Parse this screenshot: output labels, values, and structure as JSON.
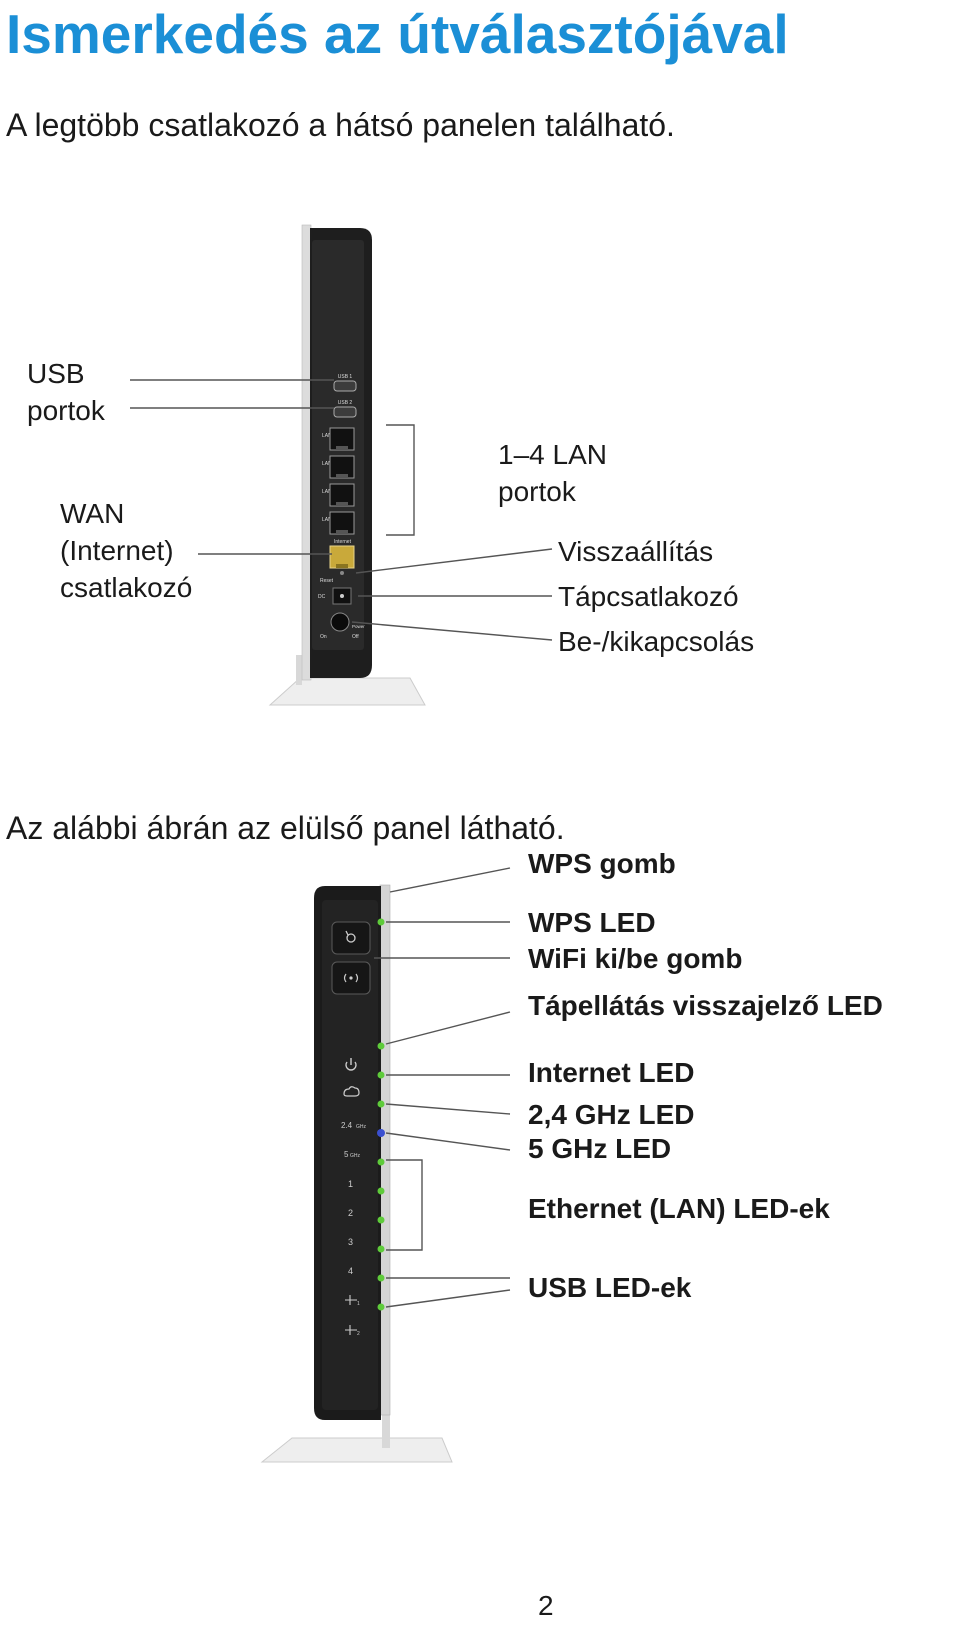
{
  "page": {
    "title": "Ismerkedés az útválasztójával",
    "intro": "A legtöbb csatlakozó a hátsó panelen található.",
    "front_intro": "Az alábbi ábrán az elülső panel látható.",
    "page_number": "2"
  },
  "back_panel": {
    "callouts": {
      "usb_line1": "USB",
      "usb_line2": "portok",
      "wan_line1": "WAN",
      "wan_line2": "(Internet)",
      "wan_line3": "csatlakozó",
      "lan_line1": "1–4 LAN",
      "lan_line2": "portok",
      "reset": "Visszaállítás",
      "power_connector": "Tápcsatlakozó",
      "power_switch": "Be-/kikapcsolás"
    },
    "device_labels": {
      "usb1": "USB 1",
      "usb2": "USB 2",
      "lan1": "LAN 1",
      "lan2": "LAN 2",
      "lan3": "LAN 3",
      "lan4": "LAN 4",
      "internet": "Internet",
      "reset": "Reset",
      "dc": "DC",
      "power": "Power",
      "on": "On",
      "off": "Off"
    }
  },
  "front_panel": {
    "callouts": {
      "wps_button": "WPS gomb",
      "wps_led": "WPS LED",
      "wifi_button": "WiFi ki/be gomb",
      "power_led": "Tápellátás visszajelző LED",
      "internet_led": "Internet LED",
      "ghz24_led": "2,4 GHz LED",
      "ghz5_led": "5 GHz LED",
      "ethernet_leds": "Ethernet (LAN) LED-ek",
      "usb_leds": "USB LED-ek"
    },
    "device_labels": {
      "ghz24": "2.4",
      "ghz5": "5",
      "ghz_unit": "GHz",
      "lan1": "1",
      "lan2": "2",
      "lan3": "3",
      "lan4": "4",
      "usb1": "1",
      "usb2": "2"
    },
    "icons": [
      "wps-icon",
      "wifi-icon",
      "power-icon",
      "internet-cloud-icon",
      "usb-icon"
    ]
  },
  "colors": {
    "title": "#1b8fd6",
    "device_body": "#1e1e1e",
    "led_green": "#5ecb3a",
    "led_blue": "#3a4fd0",
    "callout_line": "#555555"
  }
}
